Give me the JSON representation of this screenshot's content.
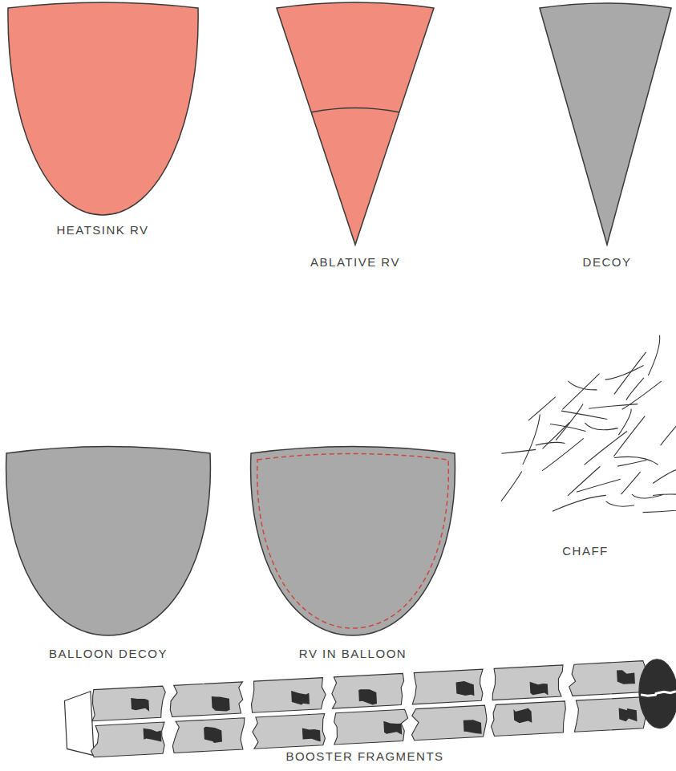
{
  "diagram": {
    "labels": [
      "HEATSINK RV",
      "ABLATIVE RV",
      "DECOY",
      "BALLOON DECOY",
      "RV IN BALLOON",
      "CHAFF",
      "BOOSTER FRAGMENTS"
    ]
  }
}
